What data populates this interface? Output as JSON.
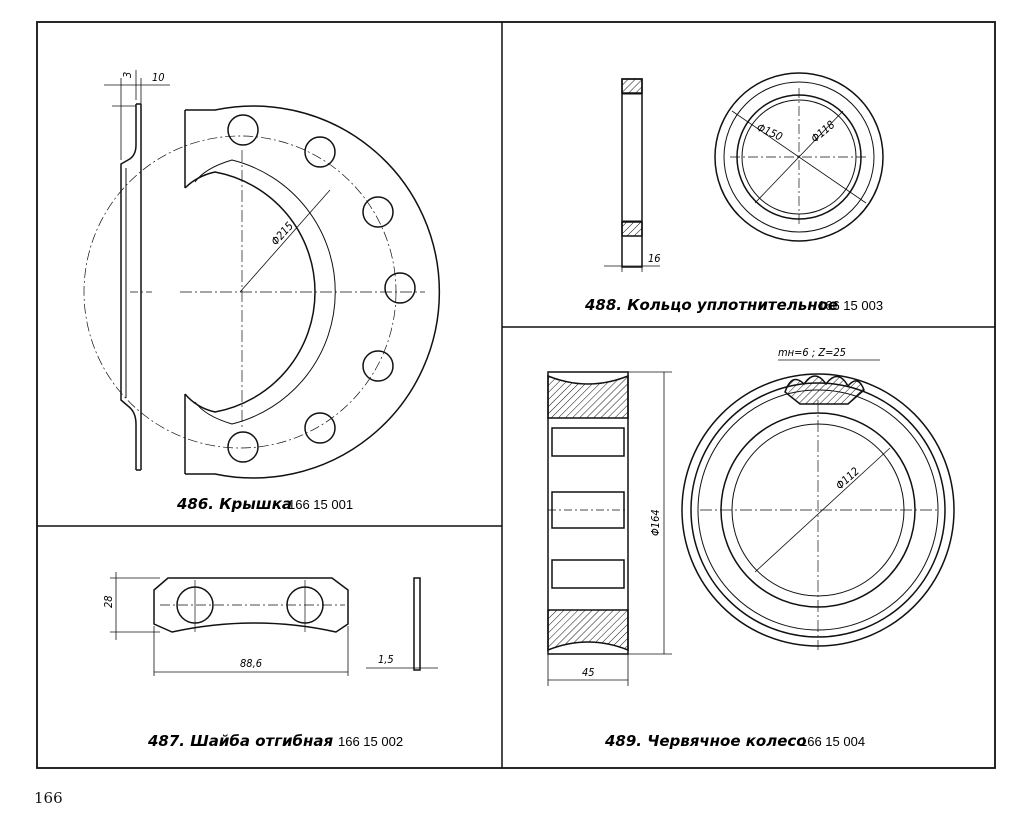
{
  "parts": {
    "p486": {
      "title": "486. Крышка",
      "code": "166 15 001",
      "dims": {
        "diameter": "Φ215",
        "width": "10",
        "thickness": "3"
      }
    },
    "p487": {
      "title": "487. Шайба отгибная",
      "code": "166 15 002",
      "dims": {
        "height": "28",
        "length": "88,6",
        "thickness": "1,5"
      }
    },
    "p488": {
      "title": "488. Кольцо уплотнительное",
      "code": "166 15 003",
      "dims": {
        "outer": "Φ150",
        "inner": "Φ118",
        "width": "16"
      }
    },
    "p489": {
      "title": "489. Червячное колесо",
      "code": "166 15 004",
      "dims": {
        "params": "mн=6 ; Z=25",
        "outer": "Φ164",
        "inner": "Φ112",
        "width": "45"
      }
    }
  },
  "page_number": "166"
}
